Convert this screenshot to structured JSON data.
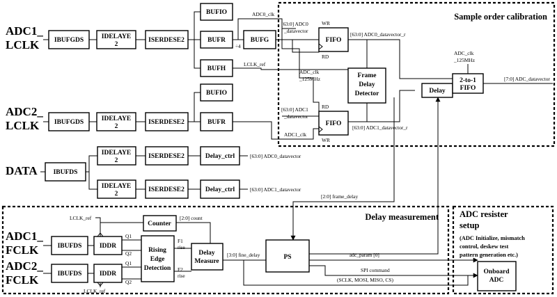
{
  "inputs": {
    "adc1_lclk": [
      "ADC1_",
      "LCLK"
    ],
    "adc2_lclk": [
      "ADC2_",
      "LCLK"
    ],
    "data": "DATA",
    "adc1_fclk": [
      "ADC1_",
      "FCLK"
    ],
    "adc2_fclk": [
      "ADC2_",
      "FCLK"
    ]
  },
  "regions": {
    "calibration": "Sample order calibration",
    "delay_measurement": "Delay measurement",
    "adc_setup": [
      "ADC resister",
      "setup"
    ],
    "adc_setup_note": [
      "(ADC Initialize, mismatch",
      "control, deskew test",
      "pattern generation etc.)"
    ]
  },
  "blocks": {
    "ibufgds_1": "IBUFGDS",
    "idelaye2_1": [
      "IDELAYE",
      "2"
    ],
    "iserdese2_1": "ISERDESE2",
    "bufio_1": "BUFIO",
    "bufr_1": "BUFR",
    "bufh": "BUFH",
    "bufg": "BUFG",
    "ibufgds_2": "IBUFGDS",
    "idelaye2_2": [
      "IDELAYE",
      "2"
    ],
    "iserdese2_2": "ISERDESE2",
    "bufio_2": "BUFIO",
    "bufr_2": "BUFR",
    "ibufds_data": "IBUFDS",
    "idelaye2_3": [
      "IDELAYE",
      "2"
    ],
    "iserdese2_3": "ISERDESE2",
    "delay_ctrl_1": "Delay_ctrl",
    "idelaye2_4": [
      "IDELAYE",
      "2"
    ],
    "iserdese2_4": "ISERDESE2",
    "delay_ctrl_2": "Delay_ctrl",
    "fifo_1": "FIFO",
    "fifo_2": "FIFO",
    "frame_delay_detector": [
      "Frame",
      "Delay",
      "Detector"
    ],
    "delay": "Delay",
    "fifo_2to1": [
      "2-to-1",
      "FIFO"
    ],
    "ibufds_f1": "IBUFDS",
    "iddr_1": "IDDR",
    "ibufds_f2": "IBUFDS",
    "iddr_2": "IDDR",
    "counter": "Counter",
    "rising_edge": [
      "Rising",
      "Edge",
      "Detection"
    ],
    "delay_measure": [
      "Delay",
      "Measure"
    ],
    "ps": "PS",
    "onboard_adc": [
      "Onboard",
      "ADC"
    ]
  },
  "signals": {
    "adc0_clk": "ADC0_clk",
    "div4": "÷4",
    "lclk_ref": "LCLK_ref",
    "adc0_datavector_in": [
      "[63:0] ADC0",
      "_datavector"
    ],
    "wr_1": "WR",
    "rd_1": "RD",
    "adc0_datavector_r": "[63:0] ADC0_datavector_r",
    "adc_clk_125_mid": [
      "ADC_clk",
      "_125MHz"
    ],
    "adc_clk_125_top": [
      "ADC_clk",
      "_125MHz"
    ],
    "adc_datavector_out": "[7:0] ADC_datavector",
    "rd_2": "RD",
    "wr_2": "WR",
    "adc1_datavector_in": [
      "[63:0] ADC1",
      "_datavector"
    ],
    "adc1_clk": "ADC1_clk",
    "adc1_datavector_r": "[63:0] ADC1_datavector_r",
    "adc0_datavector_out": "[63:0] ADC0_datavector",
    "adc1_datavector_out": "[63:0] ADC1_datavector",
    "frame_delay": "[2:0] frame_delay",
    "lclk_ref_top": "LCLK_ref",
    "lclk_ref_bottom": "LCLK_ref",
    "count": "[2:0] count",
    "q1_top": "Q1",
    "q2_top": "Q2",
    "q1_bottom": "Q1",
    "q2_bottom": "Q2",
    "f1_rise": [
      "F1",
      "rise"
    ],
    "f2_rise": [
      "F2",
      "rise"
    ],
    "fine_delay": "[3:0] fine_delay",
    "adc_param": "adc_param [0]",
    "spi_command": [
      "SPI command",
      "(SCLK, MOSI, MISO, CS)"
    ]
  }
}
